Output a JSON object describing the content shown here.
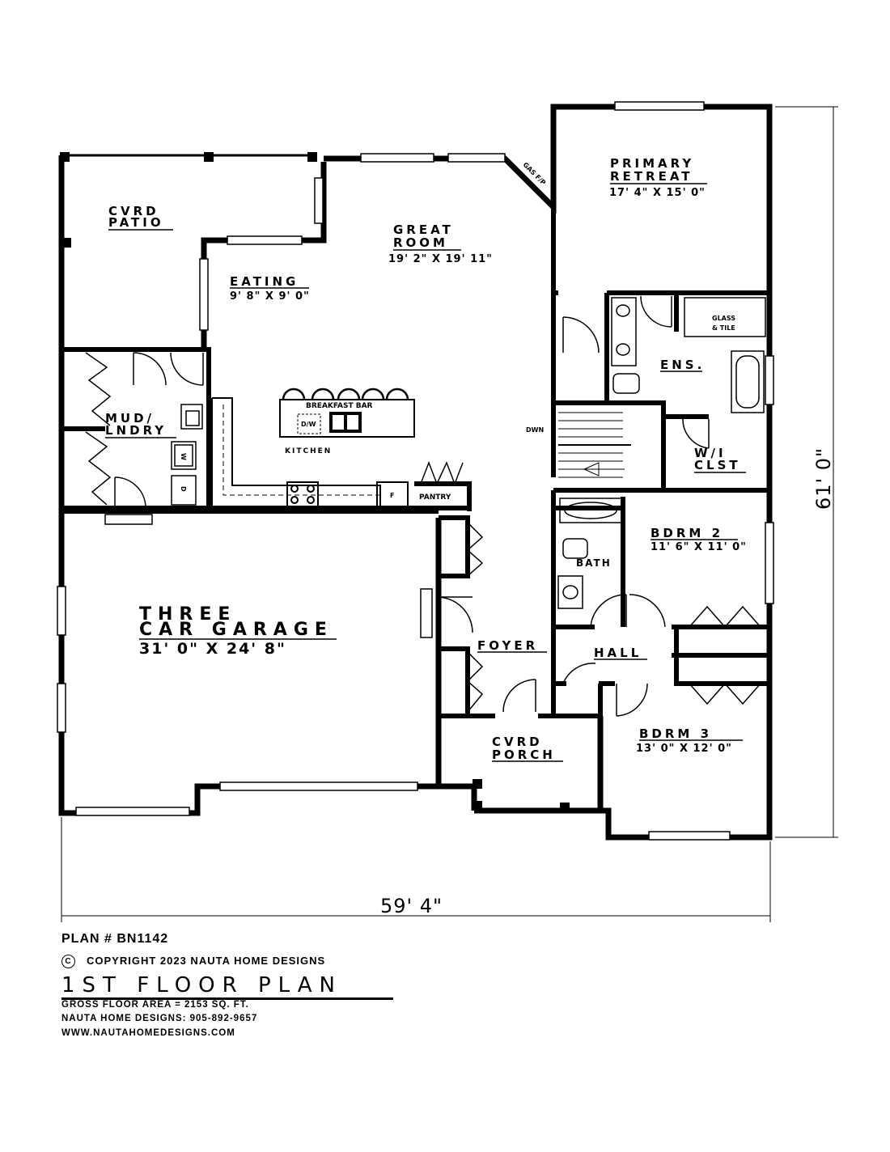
{
  "rooms": {
    "cvrd_patio": {
      "line1": "CVRD",
      "line2": "PATIO"
    },
    "great_room": {
      "line1": "GREAT",
      "line2": "ROOM",
      "dim": "19' 2\" X 19' 11\""
    },
    "primary_retreat": {
      "line1": "PRIMARY",
      "line2": "RETREAT",
      "dim": "17' 4\" X 15' 0\""
    },
    "eating": {
      "name": "EATING",
      "dim": "9' 8\" X 9' 0\""
    },
    "mud_lndry": {
      "line1": "MUD/",
      "line2": "LNDRY"
    },
    "kitchen": {
      "name": "KITCHEN"
    },
    "ens": {
      "name": "ENS."
    },
    "wi_clst": {
      "line1": "W/I",
      "line2": "CLST"
    },
    "three_car_garage": {
      "line1": "THREE",
      "line2": "CAR GARAGE",
      "dim": "31' 0\" X 24' 8\""
    },
    "bdrm2": {
      "name": "BDRM 2",
      "dim": "11' 6\" X 11' 0\""
    },
    "bath": {
      "name": "BATH"
    },
    "foyer": {
      "name": "FOYER"
    },
    "hall": {
      "name": "HALL"
    },
    "bdrm3": {
      "name": "BDRM 3",
      "dim": "13' 0\" X 12' 0\""
    },
    "cvrd_porch": {
      "line1": "CVRD",
      "line2": "PORCH"
    }
  },
  "fixtures": {
    "breakfast_bar": "BREAKFAST BAR",
    "dishwasher": "D/W",
    "pantry": "PANTRY",
    "fridge": "F",
    "washer": "W",
    "dryer": "D",
    "gas_fp": "GAS F/P",
    "glass_tile_1": "GLASS",
    "glass_tile_2": "& TILE",
    "stair_down": "DWN"
  },
  "overall_dims": {
    "width": "59' 4\"",
    "depth": "61' 0\""
  },
  "footer": {
    "plan_number": "PLAN # BN1142",
    "copyright_symbol": "C",
    "copyright": "COPYRIGHT 2023 NAUTA HOME DESIGNS",
    "title": "1ST FLOOR PLAN",
    "gross_area": "GROSS  FLOOR AREA   =   2153   SQ. FT.",
    "phone": "NAUTA HOME DESIGNS:  905-892-9657",
    "website": "WWW.NAUTAHOMEDESIGNS.COM"
  }
}
